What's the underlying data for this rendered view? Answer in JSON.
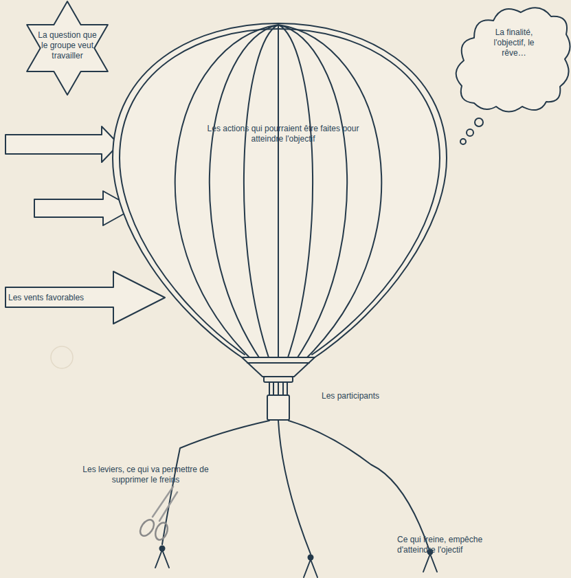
{
  "diagram": {
    "nodes": [
      {
        "text": [
          "La question que le groupe veut travailler"
        ]
      },
      {
        "text": [
          "La finalité, l'objectif, le rêve…"
        ]
      },
      {
        "text": [
          "Les actions qui pourraient être faites pour atteindre l'objectif"
        ]
      },
      {
        "text": [
          "Les vents favorables"
        ]
      }
    ],
    "labels": [
      "Les participants",
      "Les leviers, ce qui va permettre de supprimer le freins",
      "Ce qui freine, empêche d'atteindre l'ojectif"
    ]
  }
}
